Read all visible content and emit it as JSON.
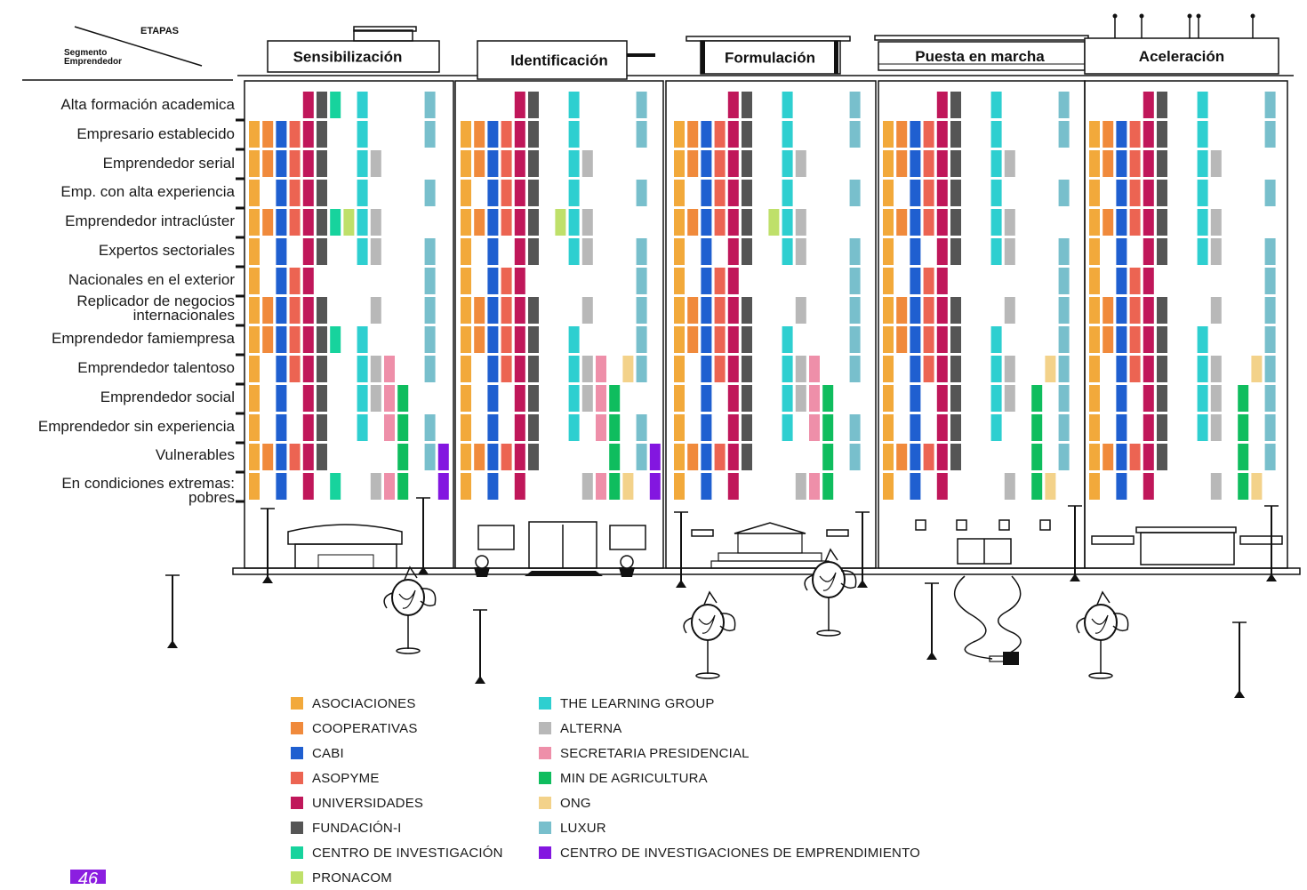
{
  "header": {
    "etapas": "ETAPAS",
    "segmento_line1": "Segmento",
    "segmento_line2": "Emprendedor"
  },
  "stages": [
    "Sensibilización",
    "Identificación",
    "Formulación",
    "Puesta en marcha",
    "Aceleración"
  ],
  "segments": [
    [
      "Alta formación academica"
    ],
    [
      "Empresario establecido"
    ],
    [
      "Emprendedor serial"
    ],
    [
      "Emp. con alta experiencia"
    ],
    [
      "Emprendedor intraclúster"
    ],
    [
      "Expertos sectoriales"
    ],
    [
      "Nacionales en el exterior"
    ],
    [
      "Replicador de negocios",
      "internacionales"
    ],
    [
      "Emprendedor famiempresa"
    ],
    [
      "Emprendedor talentoso"
    ],
    [
      "Emprendedor social"
    ],
    [
      "Emprendedor sin experiencia"
    ],
    [
      "Vulnerables"
    ],
    [
      "En condiciones extremas:",
      "pobres"
    ]
  ],
  "legend": [
    {
      "label": "ASOCIACIONES",
      "color": "#f2a93b"
    },
    {
      "label": "COOPERATIVAS",
      "color": "#f08a3c"
    },
    {
      "label": "CABI",
      "color": "#1f5fd0"
    },
    {
      "label": "ASOPYME",
      "color": "#ec6452"
    },
    {
      "label": "UNIVERSIDADES",
      "color": "#c0175a"
    },
    {
      "label": "FUNDACIÓN-I",
      "color": "#555555"
    },
    {
      "label": "CENTRO DE INVESTIGACIÓN",
      "color": "#17d39d"
    },
    {
      "label": "PRONACOM",
      "color": "#bfe06a"
    },
    {
      "label": "THE LEARNING GROUP",
      "color": "#2ecfd0"
    },
    {
      "label": "ALTERNA",
      "color": "#b8b8b8"
    },
    {
      "label": "SECRETARIA PRESIDENCIAL",
      "color": "#ee8fa9"
    },
    {
      "label": "MIN DE AGRICULTURA",
      "color": "#0fbd5e"
    },
    {
      "label": "ONG",
      "color": "#f3d28a"
    },
    {
      "label": "LUXUR",
      "color": "#78bfcc"
    },
    {
      "label": "CENTRO DE INVESTIGACIONES DE EMPRENDIMIENTO",
      "color": "#8316e0"
    }
  ],
  "matrix": {
    "Sensibilización": [
      [
        4,
        5,
        6,
        8,
        13
      ],
      [
        0,
        1,
        2,
        3,
        4,
        5,
        8,
        13
      ],
      [
        0,
        1,
        2,
        3,
        4,
        5,
        8,
        9
      ],
      [
        0,
        2,
        3,
        4,
        5,
        8,
        13
      ],
      [
        0,
        1,
        2,
        3,
        4,
        5,
        6,
        7,
        8,
        9
      ],
      [
        0,
        2,
        4,
        5,
        8,
        9,
        13
      ],
      [
        0,
        2,
        3,
        4,
        13
      ],
      [
        0,
        1,
        2,
        3,
        4,
        5,
        9,
        13
      ],
      [
        0,
        1,
        2,
        3,
        4,
        5,
        6,
        8,
        13
      ],
      [
        0,
        2,
        3,
        4,
        5,
        8,
        9,
        10,
        13
      ],
      [
        0,
        2,
        4,
        5,
        8,
        9,
        10,
        11
      ],
      [
        0,
        2,
        4,
        5,
        8,
        10,
        11,
        13
      ],
      [
        0,
        1,
        2,
        3,
        4,
        5,
        11,
        13,
        14
      ],
      [
        0,
        2,
        4,
        6,
        9,
        10,
        11,
        14
      ]
    ],
    "Identificación": [
      [
        4,
        5,
        8,
        13
      ],
      [
        0,
        1,
        2,
        3,
        4,
        5,
        8,
        13
      ],
      [
        0,
        1,
        2,
        3,
        4,
        5,
        8,
        9
      ],
      [
        0,
        2,
        3,
        4,
        5,
        8,
        13
      ],
      [
        0,
        1,
        2,
        3,
        4,
        5,
        7,
        8,
        9
      ],
      [
        0,
        2,
        4,
        5,
        8,
        9,
        13
      ],
      [
        0,
        2,
        3,
        4,
        13
      ],
      [
        0,
        1,
        2,
        3,
        4,
        5,
        9,
        13
      ],
      [
        0,
        1,
        2,
        3,
        4,
        5,
        8,
        13
      ],
      [
        0,
        2,
        3,
        4,
        5,
        8,
        9,
        10,
        12,
        13
      ],
      [
        0,
        2,
        4,
        5,
        8,
        9,
        10,
        11
      ],
      [
        0,
        2,
        4,
        5,
        8,
        10,
        11,
        13
      ],
      [
        0,
        1,
        2,
        3,
        4,
        5,
        11,
        13,
        14
      ],
      [
        0,
        2,
        4,
        9,
        10,
        11,
        12,
        14
      ]
    ],
    "Formulación": [
      [
        4,
        5,
        8,
        13
      ],
      [
        0,
        1,
        2,
        3,
        4,
        5,
        8,
        13
      ],
      [
        0,
        1,
        2,
        3,
        4,
        5,
        8,
        9
      ],
      [
        0,
        2,
        3,
        4,
        5,
        8,
        13
      ],
      [
        0,
        1,
        2,
        3,
        4,
        5,
        7,
        8,
        9
      ],
      [
        0,
        2,
        4,
        5,
        8,
        9,
        13
      ],
      [
        0,
        2,
        3,
        4,
        13
      ],
      [
        0,
        1,
        2,
        3,
        4,
        5,
        9,
        13
      ],
      [
        0,
        1,
        2,
        3,
        4,
        5,
        8,
        13
      ],
      [
        0,
        2,
        3,
        4,
        5,
        8,
        9,
        10,
        13
      ],
      [
        0,
        2,
        4,
        5,
        8,
        9,
        10,
        11
      ],
      [
        0,
        2,
        4,
        5,
        8,
        10,
        11,
        13
      ],
      [
        0,
        1,
        2,
        3,
        4,
        5,
        11,
        13
      ],
      [
        0,
        2,
        4,
        9,
        10,
        11
      ]
    ],
    "Puesta en marcha": [
      [
        4,
        5,
        8,
        13
      ],
      [
        0,
        1,
        2,
        3,
        4,
        5,
        8,
        13
      ],
      [
        0,
        1,
        2,
        3,
        4,
        5,
        8,
        9
      ],
      [
        0,
        2,
        3,
        4,
        5,
        8,
        13
      ],
      [
        0,
        1,
        2,
        3,
        4,
        5,
        8,
        9
      ],
      [
        0,
        2,
        4,
        5,
        8,
        9,
        13
      ],
      [
        0,
        2,
        3,
        4,
        13
      ],
      [
        0,
        1,
        2,
        3,
        4,
        5,
        9,
        13
      ],
      [
        0,
        1,
        2,
        3,
        4,
        5,
        8,
        13
      ],
      [
        0,
        2,
        3,
        4,
        5,
        8,
        9,
        12,
        13
      ],
      [
        0,
        2,
        4,
        5,
        8,
        9,
        11,
        13
      ],
      [
        0,
        2,
        4,
        5,
        8,
        11,
        13
      ],
      [
        0,
        1,
        2,
        3,
        4,
        5,
        11,
        13
      ],
      [
        0,
        2,
        4,
        9,
        11,
        12
      ]
    ],
    "Aceleración": [
      [
        4,
        5,
        8,
        13
      ],
      [
        0,
        1,
        2,
        3,
        4,
        5,
        8,
        13
      ],
      [
        0,
        1,
        2,
        3,
        4,
        5,
        8,
        9
      ],
      [
        0,
        2,
        3,
        4,
        5,
        8,
        13
      ],
      [
        0,
        1,
        2,
        3,
        4,
        5,
        8,
        9
      ],
      [
        0,
        2,
        4,
        5,
        8,
        9,
        13
      ],
      [
        0,
        2,
        3,
        4,
        13
      ],
      [
        0,
        1,
        2,
        3,
        4,
        5,
        9,
        13
      ],
      [
        0,
        1,
        2,
        3,
        4,
        5,
        8,
        13
      ],
      [
        0,
        2,
        3,
        4,
        5,
        8,
        9,
        12,
        13
      ],
      [
        0,
        2,
        4,
        5,
        8,
        9,
        11,
        13
      ],
      [
        0,
        2,
        4,
        5,
        8,
        9,
        11,
        13
      ],
      [
        0,
        1,
        2,
        3,
        4,
        5,
        11,
        13
      ],
      [
        0,
        2,
        4,
        9,
        11,
        12
      ]
    ]
  },
  "page_number": "46"
}
